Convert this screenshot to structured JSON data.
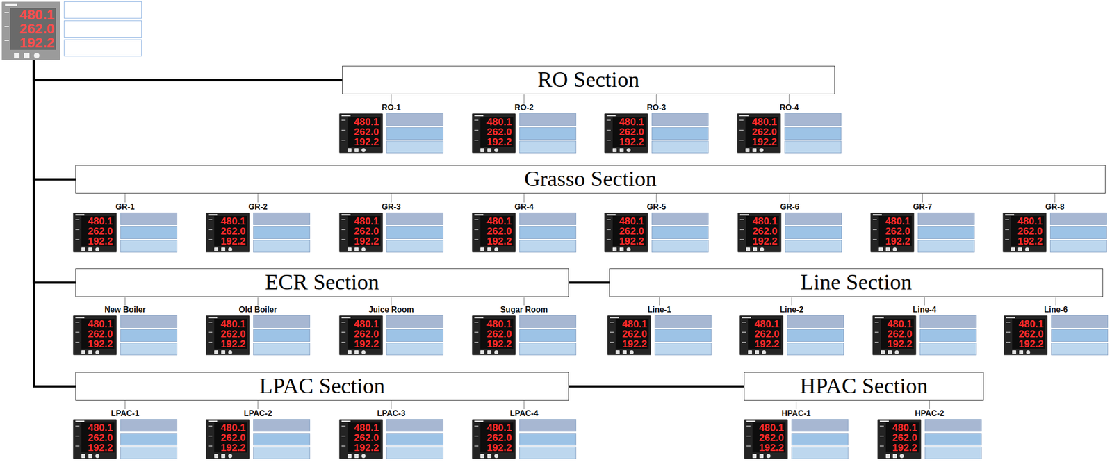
{
  "diagram": {
    "nodes": [
      {
        "text": [
          "480.1",
          "262.0",
          "192.2"
        ]
      },
      {
        "text": [
          "RO Section"
        ]
      },
      {
        "text": [
          "RO-1",
          "480.1",
          "262.0",
          "192.2"
        ]
      },
      {
        "text": [
          "RO-2",
          "480.1",
          "262.0",
          "192.2"
        ]
      },
      {
        "text": [
          "RO-3",
          "480.1",
          "262.0",
          "192.2"
        ]
      },
      {
        "text": [
          "RO-4",
          "480.1",
          "262.0",
          "192.2"
        ]
      },
      {
        "text": [
          "Grasso Section"
        ]
      },
      {
        "text": [
          "GR-1",
          "480.1",
          "262.0",
          "192.2"
        ]
      },
      {
        "text": [
          "GR-2",
          "480.1",
          "262.0",
          "192.2"
        ]
      },
      {
        "text": [
          "GR-3",
          "480.1",
          "262.0",
          "192.2"
        ]
      },
      {
        "text": [
          "GR-4",
          "480.1",
          "262.0",
          "192.2"
        ]
      },
      {
        "text": [
          "GR-5",
          "480.1",
          "262.0",
          "192.2"
        ]
      },
      {
        "text": [
          "GR-6",
          "480.1",
          "262.0",
          "192.2"
        ]
      },
      {
        "text": [
          "GR-7",
          "480.1",
          "262.0",
          "192.2"
        ]
      },
      {
        "text": [
          "GR-8",
          "480.1",
          "262.0",
          "192.2"
        ]
      },
      {
        "text": [
          "ECR Section"
        ]
      },
      {
        "text": [
          "Line Section"
        ]
      },
      {
        "text": [
          "New Boiler",
          "480.1",
          "262.0",
          "192.2"
        ]
      },
      {
        "text": [
          "Old Boiler",
          "480.1",
          "262.0",
          "192.2"
        ]
      },
      {
        "text": [
          "Juice Room",
          "480.1",
          "262.0",
          "192.2"
        ]
      },
      {
        "text": [
          "Sugar Room",
          "480.1",
          "262.0",
          "192.2"
        ]
      },
      {
        "text": [
          "Line-1",
          "480.1",
          "262.0",
          "192.2"
        ]
      },
      {
        "text": [
          "Line-2",
          "480.1",
          "262.0",
          "192.2"
        ]
      },
      {
        "text": [
          "Line-4",
          "480.1",
          "262.0",
          "192.2"
        ]
      },
      {
        "text": [
          "Line-6",
          "480.1",
          "262.0",
          "192.2"
        ]
      },
      {
        "text": [
          "LPAC Section"
        ]
      },
      {
        "text": [
          "HPAC Section"
        ]
      },
      {
        "text": [
          "LPAC-1",
          "480.1",
          "262.0",
          "192.2"
        ]
      },
      {
        "text": [
          "LPAC-2",
          "480.1",
          "262.0",
          "192.2"
        ]
      },
      {
        "text": [
          "LPAC-3",
          "480.1",
          "262.0",
          "192.2"
        ]
      },
      {
        "text": [
          "LPAC-4",
          "480.1",
          "262.0",
          "192.2"
        ]
      },
      {
        "text": [
          "HPAC-1",
          "480.1",
          "262.0",
          "192.2"
        ]
      },
      {
        "text": [
          "HPAC-2",
          "480.1",
          "262.0",
          "192.2"
        ]
      }
    ],
    "edges": [
      {
        "from": 0,
        "to": 1,
        "arrow": "none"
      },
      {
        "from": 0,
        "to": 6,
        "arrow": "none"
      },
      {
        "from": 0,
        "to": 15,
        "arrow": "none"
      },
      {
        "from": 0,
        "to": 25,
        "arrow": "none"
      },
      {
        "from": 1,
        "to": 2,
        "arrow": "none"
      },
      {
        "from": 1,
        "to": 3,
        "arrow": "none"
      },
      {
        "from": 1,
        "to": 4,
        "arrow": "none"
      },
      {
        "from": 1,
        "to": 5,
        "arrow": "none"
      },
      {
        "from": 6,
        "to": 7,
        "arrow": "none"
      },
      {
        "from": 6,
        "to": 8,
        "arrow": "none"
      },
      {
        "from": 6,
        "to": 9,
        "arrow": "none"
      },
      {
        "from": 6,
        "to": 10,
        "arrow": "none"
      },
      {
        "from": 6,
        "to": 11,
        "arrow": "none"
      },
      {
        "from": 6,
        "to": 12,
        "arrow": "none"
      },
      {
        "from": 6,
        "to": 13,
        "arrow": "none"
      },
      {
        "from": 6,
        "to": 14,
        "arrow": "none"
      },
      {
        "from": 15,
        "to": 16,
        "arrow": "none"
      },
      {
        "from": 15,
        "to": 17,
        "arrow": "none"
      },
      {
        "from": 15,
        "to": 18,
        "arrow": "none"
      },
      {
        "from": 15,
        "to": 19,
        "arrow": "none"
      },
      {
        "from": 15,
        "to": 20,
        "arrow": "none"
      },
      {
        "from": 16,
        "to": 21,
        "arrow": "none"
      },
      {
        "from": 16,
        "to": 22,
        "arrow": "none"
      },
      {
        "from": 16,
        "to": 23,
        "arrow": "none"
      },
      {
        "from": 16,
        "to": 24,
        "arrow": "none"
      },
      {
        "from": 25,
        "to": 26,
        "arrow": "none"
      },
      {
        "from": 25,
        "to": 27,
        "arrow": "none"
      },
      {
        "from": 25,
        "to": 28,
        "arrow": "none"
      },
      {
        "from": 25,
        "to": 29,
        "arrow": "none"
      },
      {
        "from": 25,
        "to": 30,
        "arrow": "none"
      },
      {
        "from": 26,
        "to": 31,
        "arrow": "none"
      },
      {
        "from": 26,
        "to": 32,
        "arrow": "none"
      }
    ]
  }
}
